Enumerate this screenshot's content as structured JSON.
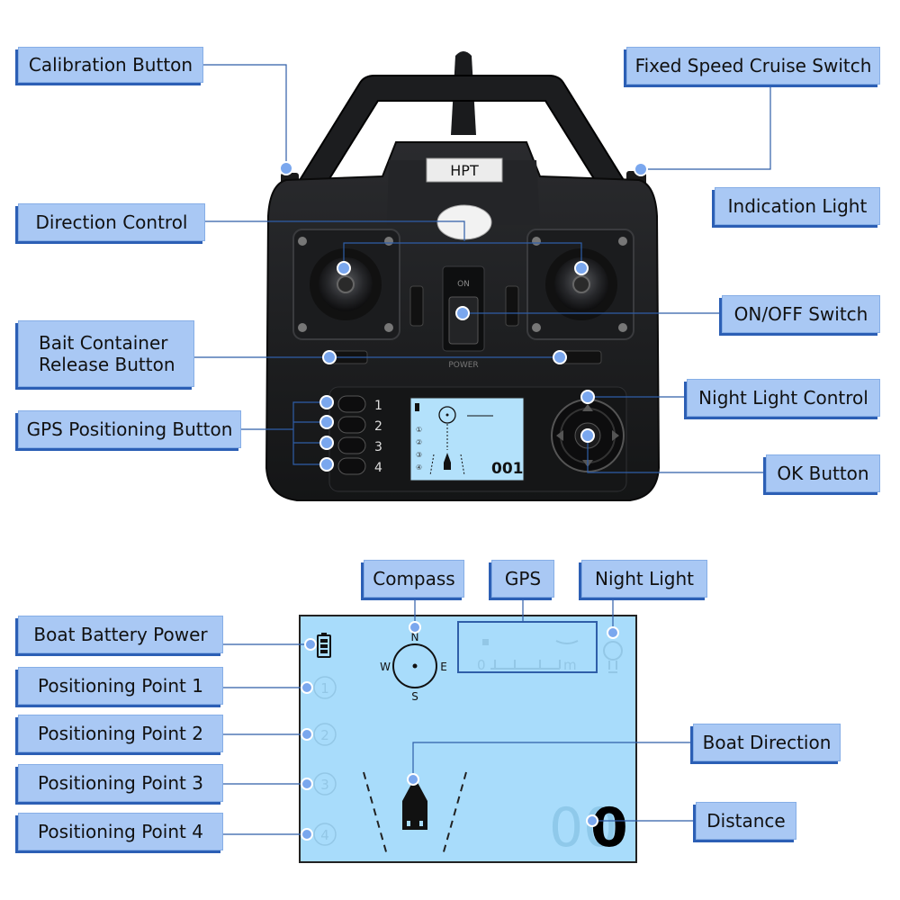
{
  "device_badge": "HPT",
  "switch_on_text": "ON",
  "power_text": "POWER",
  "gps_buttons": [
    "1",
    "2",
    "3",
    "4"
  ],
  "labels": {
    "calibration": "Calibration Button",
    "fixed_speed": "Fixed Speed Cruise Switch",
    "indication_light": "Indication Light",
    "direction_control": "Direction Control",
    "onoff_switch": "ON/OFF Switch",
    "bait_line1": "Bait Container",
    "bait_line2": "Release Button",
    "night_light_control": "Night Light Control",
    "gps_positioning": "GPS Positioning Button",
    "ok_button": "OK Button",
    "compass": "Compass",
    "gps": "GPS",
    "night_light": "Night Light",
    "boat_battery": "Boat Battery Power",
    "pos1": "Positioning Point 1",
    "pos2": "Positioning Point 2",
    "pos3": "Positioning Point 3",
    "pos4": "Positioning Point 4",
    "boat_direction": "Boat Direction",
    "distance": "Distance"
  },
  "lcd": {
    "compass_n": "N",
    "compass_s": "S",
    "compass_e": "E",
    "compass_w": "W",
    "scale_zero": "0",
    "scale_unit": "m",
    "points": [
      "1",
      "2",
      "3",
      "4"
    ],
    "distance_ghost": "00",
    "distance_value": "0",
    "small_distance": "001"
  },
  "colors": {
    "label_fill": "#a9c8f4",
    "label_shadow": "#2c5fb5",
    "callout_line": "#2f5ea8",
    "marker": "#7aa7ee",
    "lcd_bg": "#a8dcfb",
    "body": "#1d1e20"
  }
}
